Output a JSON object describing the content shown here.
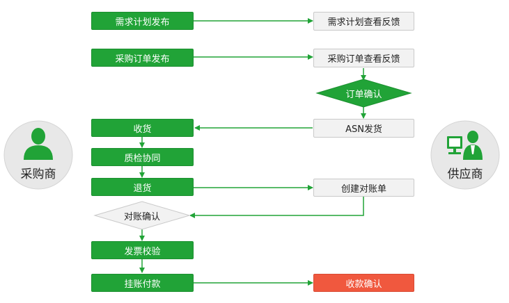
{
  "colors": {
    "green": "#21a337",
    "gray_box": "#f2f2f2",
    "red": "#f0583e",
    "arrow": "#21a337",
    "actor_circle": "#e8e8e8"
  },
  "actors": {
    "buyer": {
      "label": "采购商",
      "icon": "person-icon"
    },
    "supplier": {
      "label": "供应商",
      "icon": "person-at-computer-icon"
    }
  },
  "buyer_steps": {
    "demand_plan_publish": "需求计划发布",
    "purchase_order_publish": "采购订单发布",
    "receive_goods": "收货",
    "quality_collab": "质检协同",
    "return_goods": "退货",
    "reconcile_confirm": "对账确认",
    "invoice_verify": "发票校验",
    "payable_payment": "挂账付款"
  },
  "supplier_steps": {
    "demand_plan_feedback": "需求计划查看反馈",
    "purchase_order_feedback": "采购订单查看反馈",
    "order_confirm": "订单确认",
    "asn_ship": "ASN发货",
    "create_statement": "创建对账单",
    "payment_confirm": "收款确认"
  }
}
